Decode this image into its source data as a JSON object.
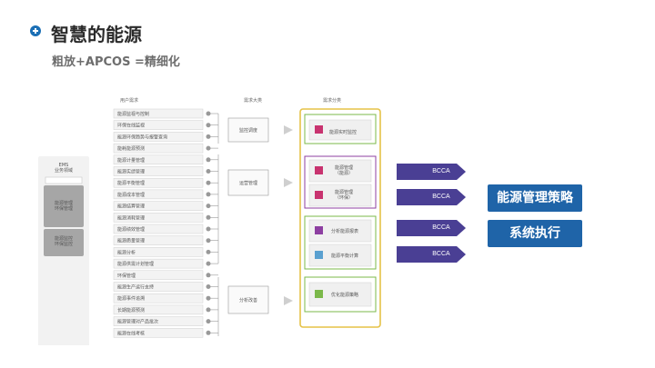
{
  "header": {
    "title": "智慧的能源",
    "subtitle": "粗放+APCOS =精细化"
  },
  "left_panel": {
    "ems_title": "EMS\n业务领域",
    "blocks": [
      "能源管理\n环保管理",
      "能源监控\n环保监控"
    ]
  },
  "columns": {
    "user_needs": "用户需求",
    "demand_large": "需求大类",
    "demand_split": "需求分类"
  },
  "user_needs": [
    "能源监视与控制",
    "环保在线监视",
    "能源环保趋势与报警查询",
    "能耗能源预测",
    "能源计量管理",
    "能源实绩管理",
    "能源平衡管理",
    "能源成本管理",
    "能源结算管理",
    "能源消耗管理",
    "能源绩效管理",
    "能源质量管理",
    "能源分析",
    "能源供需计划管理",
    "环保管理",
    "能源生产运行支持",
    "能源事件追溯",
    "长期能源预测",
    "能源管理对产品批次",
    "能源在线考核"
  ],
  "demand_large": [
    "监控调度",
    "运营管理",
    "分析改善"
  ],
  "demand_split": [
    "能源实时监控",
    "能源管理\n（能源）",
    "能源管理\n（环保）",
    "分析能源报表",
    "能源平衡计算",
    "优化能源策略"
  ],
  "bcca": [
    "BCCA",
    "BCCA",
    "BCCA",
    "BCCA"
  ],
  "actions": {
    "strategy": "能源管理策略",
    "execution": "系统执行"
  },
  "colors": {
    "accent_blue": "#1f64a8",
    "bcca_purple": "#4a3f94",
    "gold_frame": "#e5c247",
    "magenta_card": "#c8336f",
    "purple_card": "#8d3fa1",
    "green_card": "#7bb84a"
  },
  "icons": [
    "plus-circle-icon",
    "double-arrow-icon"
  ]
}
